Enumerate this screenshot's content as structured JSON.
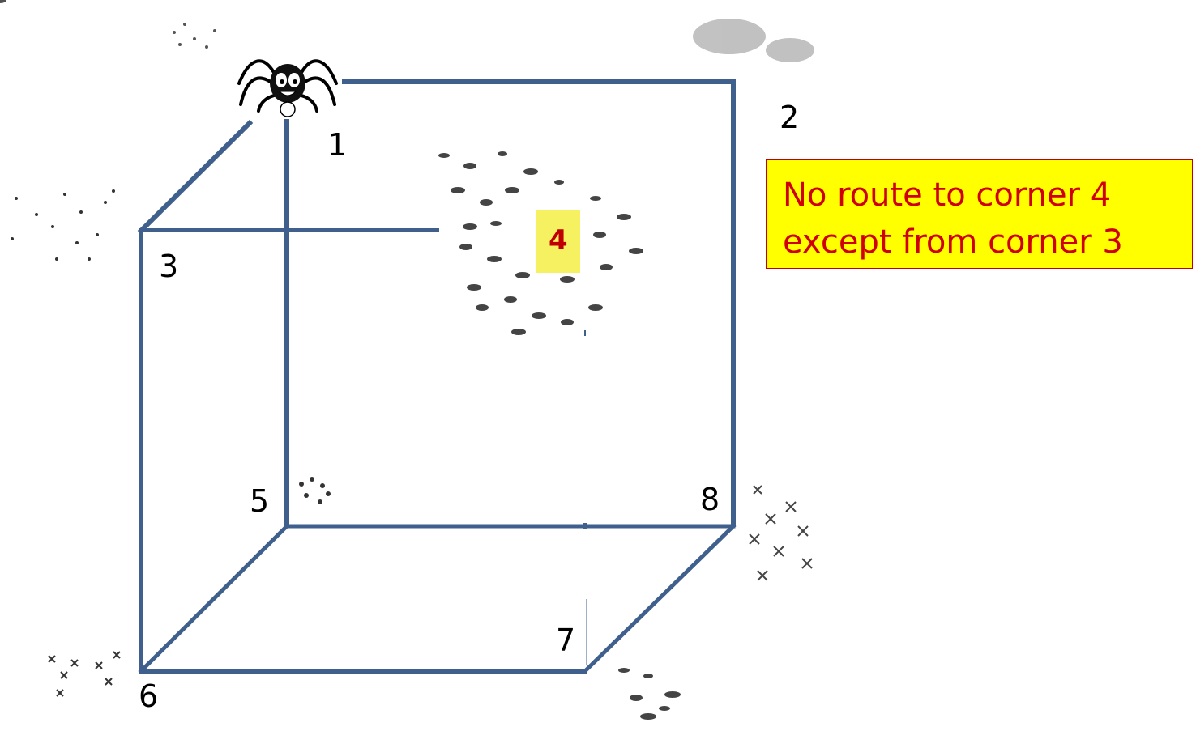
{
  "diagram": {
    "corners": {
      "c1": "1",
      "c2": "2",
      "c3": "3",
      "c4": "4",
      "c5": "5",
      "c6": "6",
      "c7": "7",
      "c8": "8"
    },
    "callout": {
      "line1": "No route to corner 4",
      "line2": "except from corner 3"
    },
    "illustrations": {
      "spider": "spider-icon",
      "flies": "fly-swarm-icon"
    }
  },
  "colors": {
    "edge": "#3f5f8c",
    "callout_fill": "#ffff00",
    "callout_text": "#d00000",
    "corner4_highlight": "#f3ef45",
    "corner4_text": "#c00000"
  }
}
